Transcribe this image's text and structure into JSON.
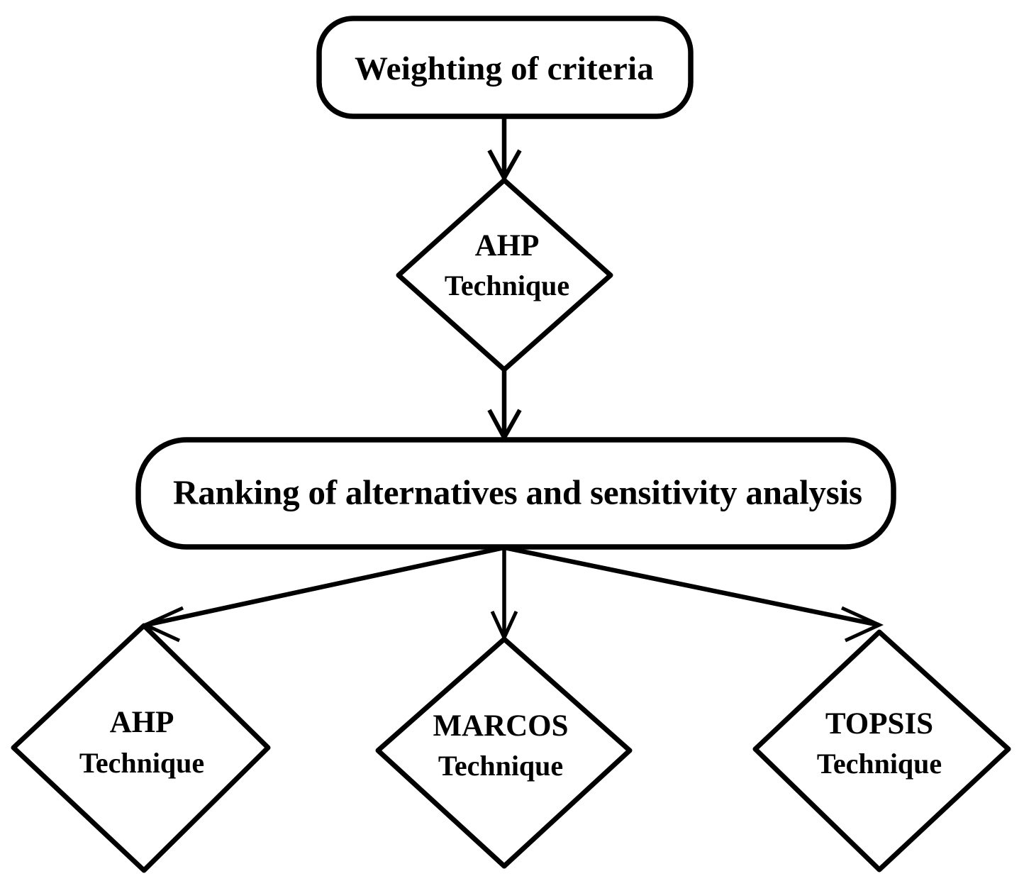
{
  "diagram": {
    "title": "MCDM methodology flowchart",
    "background_color": "#ffffff",
    "line_color": "#000000",
    "text_color": "#000000",
    "nodes": {
      "weighting": {
        "label": "Weighting of criteria",
        "shape": "rounded-rectangle"
      },
      "ahp_top": {
        "line1": "AHP",
        "line2": "Technique",
        "shape": "diamond"
      },
      "ranking": {
        "label": "Ranking of alternatives and sensitivity analysis",
        "shape": "rounded-rectangle"
      },
      "ahp_bottom": {
        "line1": "AHP",
        "line2": "Technique",
        "shape": "diamond"
      },
      "marcos": {
        "line1": "MARCOS",
        "line2": "Technique",
        "shape": "diamond"
      },
      "topsis": {
        "line1": "TOPSIS",
        "line2": "Technique",
        "shape": "diamond"
      }
    },
    "connectors": [
      {
        "name": "weighting-to-ahp",
        "from": "weighting",
        "to": "ahp_top",
        "direction": "down",
        "arrowhead": "open-v"
      },
      {
        "name": "ahp-to-ranking",
        "from": "ahp_top",
        "to": "ranking",
        "direction": "down",
        "arrowhead": "open-v"
      },
      {
        "name": "ranking-to-ahp-bottom",
        "from": "ranking",
        "to": "ahp_bottom",
        "direction": "down-left",
        "arrowhead": "open-v"
      },
      {
        "name": "ranking-to-marcos",
        "from": "ranking",
        "to": "marcos",
        "direction": "down",
        "arrowhead": "open-v"
      },
      {
        "name": "ranking-to-topsis",
        "from": "ranking",
        "to": "topsis",
        "direction": "down-right",
        "arrowhead": "open-v"
      }
    ]
  }
}
